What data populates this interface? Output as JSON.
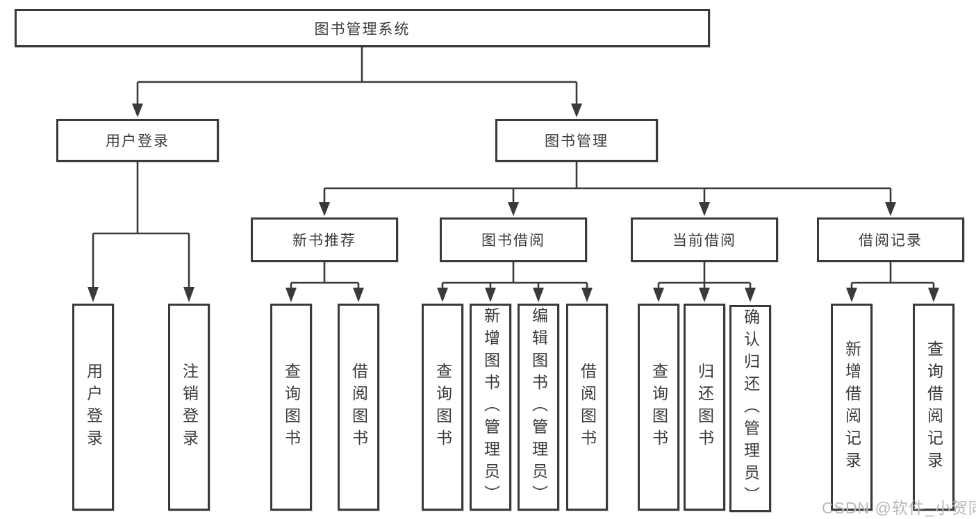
{
  "diagram": {
    "title": "图书管理系统",
    "branches": [
      {
        "label": "用户登录",
        "children": [
          "用户登录",
          "注销登录"
        ]
      },
      {
        "label": "图书管理",
        "groups": [
          {
            "label": "新书推荐",
            "children": [
              "查询图书",
              "借阅图书"
            ]
          },
          {
            "label": "图书借阅",
            "children": [
              "查询图书",
              "新增图书（管理员）",
              "编辑图书（管理员）",
              "借阅图书"
            ]
          },
          {
            "label": "当前借阅",
            "children": [
              "查询图书",
              "归还图书",
              "确认归还（管理员）"
            ]
          },
          {
            "label": "借阅记录",
            "children": [
              "新增借阅记录",
              "查询借阅记录"
            ]
          }
        ]
      }
    ]
  },
  "watermark": "CSDN @软件_小贺同学",
  "colors": {
    "line": "#3a3a3a",
    "text": "#3a3a3a",
    "watermark": "#b9b9b9",
    "background": "#ffffff"
  }
}
